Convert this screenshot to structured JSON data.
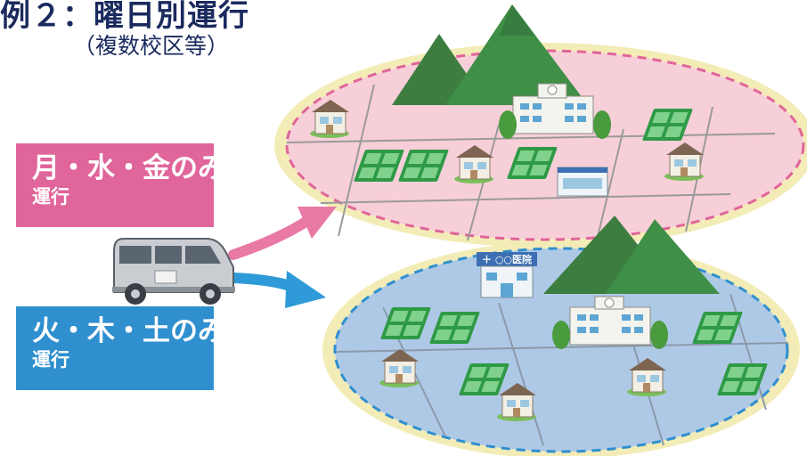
{
  "title": "例２：曜日別運行",
  "subtitle": "（複数校区等）",
  "routes": [
    {
      "days_label": "月・水・金のみ",
      "operation_label": "運行",
      "color": "#e0659a"
    },
    {
      "days_label": "火・木・土のみ",
      "operation_label": "運行",
      "color": "#2f8fcf"
    }
  ],
  "clinic_sign": "＋ ○○医院",
  "colors": {
    "pink_zone": "#f7cfd9",
    "blue_zone": "#aec9e6",
    "ring": "#f3ecb6",
    "mountain": "#3d8a46",
    "field": "#3aa14e"
  }
}
